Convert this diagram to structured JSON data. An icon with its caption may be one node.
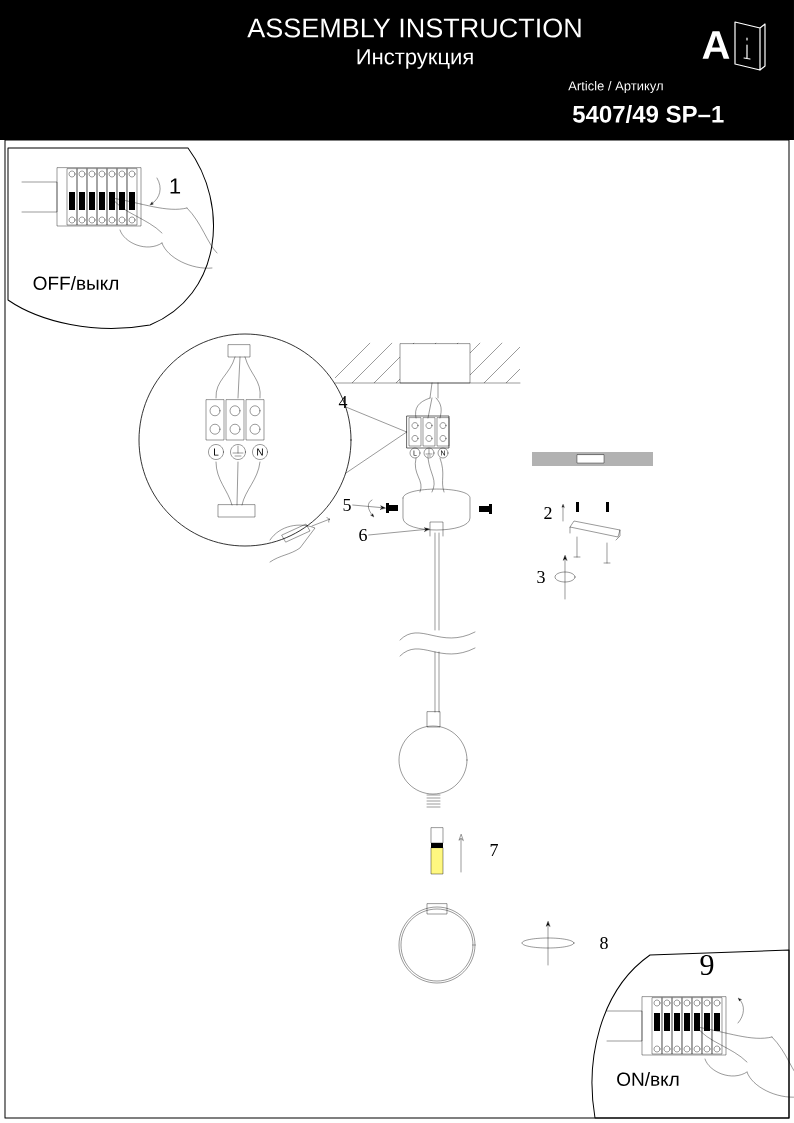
{
  "diagram": {
    "title": "ASSEMBLY INSTRUCTION",
    "nodes": [
      {
        "text": [
          "1",
          "OFF/выкл"
        ]
      },
      {
        "text": [],
        "shape": "circle"
      },
      {
        "text": [],
        "shape": "box"
      },
      {
        "text": [
          "5"
        ]
      },
      {
        "text": [
          "6"
        ]
      },
      {
        "text": [
          "9",
          "ON/вкл"
        ]
      },
      {
        "text": [],
        "shape": "picture"
      },
      {
        "text": [],
        "shape": "picture"
      }
    ],
    "edges": [
      {
        "from": 1,
        "to": 2,
        "arrow": "none"
      },
      {
        "from": 1,
        "to": 2,
        "arrow": "none"
      },
      {
        "from": 3,
        "to": 6,
        "arrow": "to"
      },
      {
        "from": 4,
        "to": 7,
        "arrow": "to"
      }
    ],
    "labels": [
      "Инструкция",
      "A",
      "Article / Артикул",
      "5407/49 SP–1",
      "4",
      "L",
      "N",
      "L",
      "N",
      "2",
      "3",
      "7",
      "8"
    ]
  }
}
